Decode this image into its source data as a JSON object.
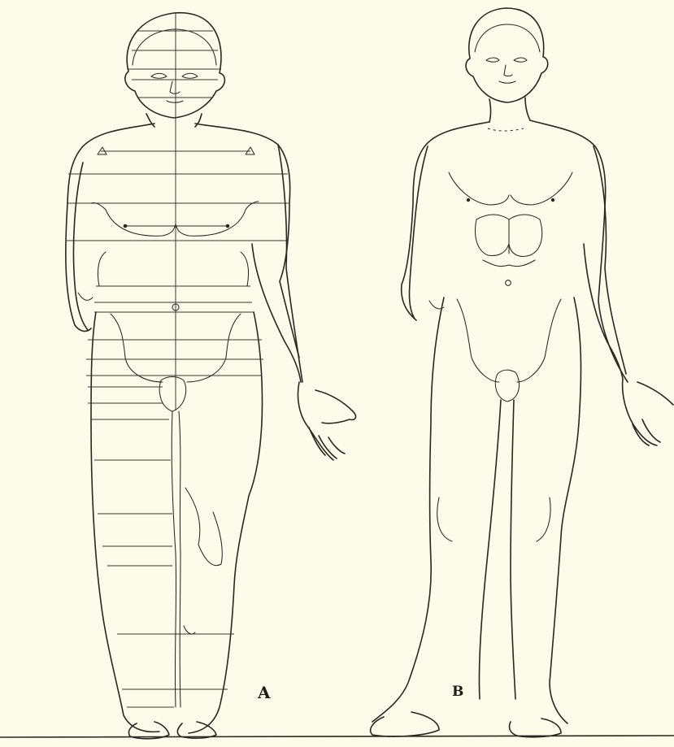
{
  "plate": {
    "figures": [
      {
        "id": "figure-a",
        "label": "A"
      },
      {
        "id": "figure-b",
        "label": "B"
      }
    ],
    "colors": {
      "paper": "#fdfbe9",
      "ink": "#2a2722"
    }
  }
}
